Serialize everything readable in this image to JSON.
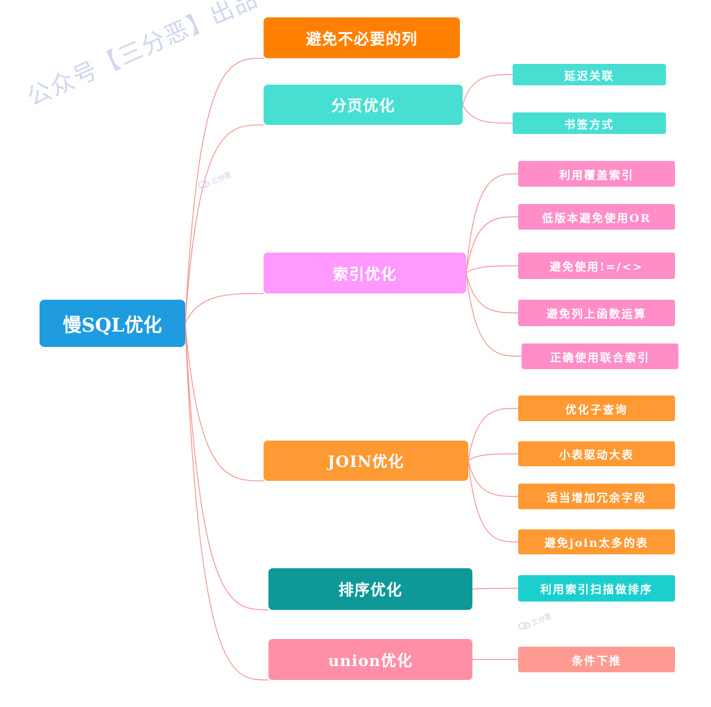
{
  "colors": {
    "root": "#1f9be0",
    "link": "#f48d8d",
    "watermark": "#cfd6ee"
  },
  "root": {
    "label": "慢SQL优化"
  },
  "branches": [
    {
      "label": "避免不必要的列",
      "color": "#ff8000",
      "children": []
    },
    {
      "label": "分页优化",
      "color": "#48dfd3",
      "children": [
        {
          "label": "延迟关联",
          "color": "#48dfd3"
        },
        {
          "label": "书签方式",
          "color": "#48dfd3"
        }
      ]
    },
    {
      "label": "索引优化",
      "color": "#ff98ff",
      "children": [
        {
          "label": "利用覆盖索引",
          "color": "#ff8dc8"
        },
        {
          "label": "低版本避免使用OR",
          "color": "#ff8dc8"
        },
        {
          "label": "避免使用!=/<>",
          "color": "#ff8dc8"
        },
        {
          "label": "避免列上函数运算",
          "color": "#ff8dc8"
        },
        {
          "label": "正确使用联合索引",
          "color": "#ff8dc8"
        }
      ]
    },
    {
      "label": "JOIN优化",
      "color": "#ff9933",
      "children": [
        {
          "label": "优化子查询",
          "color": "#ff9933"
        },
        {
          "label": "小表驱动大表",
          "color": "#ff9933"
        },
        {
          "label": "适当增加冗余字段",
          "color": "#ff9933"
        },
        {
          "label": "避免join太多的表",
          "color": "#ff9933"
        }
      ]
    },
    {
      "label": "排序优化",
      "color": "#0e9898",
      "children": [
        {
          "label": "利用索引扫描做排序",
          "color": "#1ccfcf"
        }
      ]
    },
    {
      "label": "union优化",
      "color": "#ff8fa6",
      "children": [
        {
          "label": "条件下推",
          "color": "#ff9a92"
        }
      ]
    }
  ],
  "watermark": {
    "main": "公众号【三分恶】出品",
    "small": "三分恶"
  }
}
